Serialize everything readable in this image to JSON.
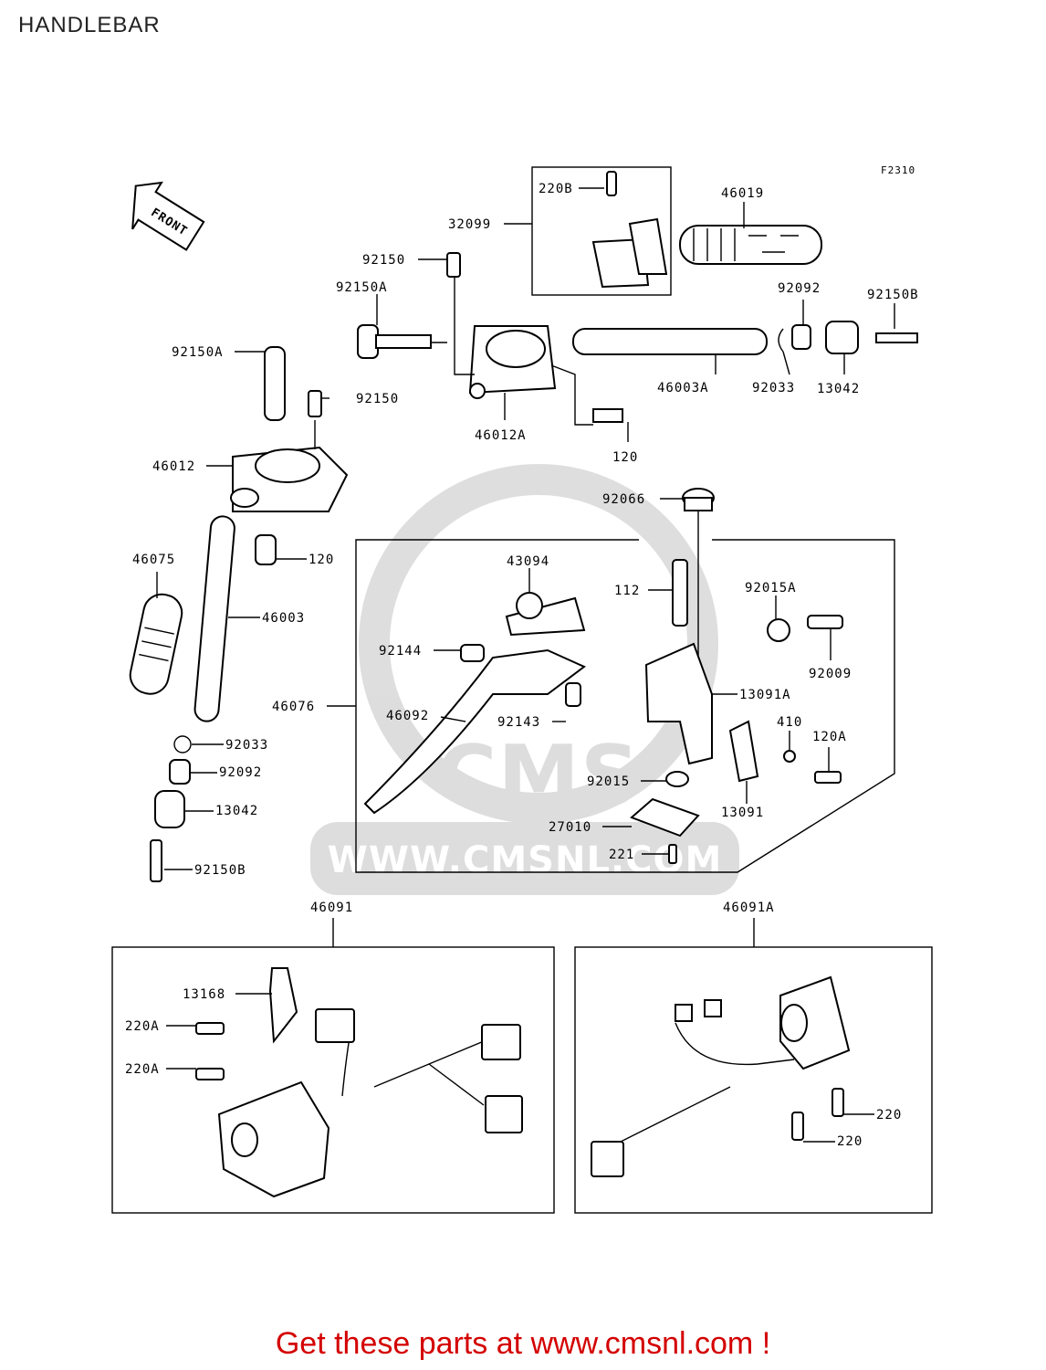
{
  "title": "HANDLEBAR",
  "figure_code": "F2310",
  "front_label": "FRONT",
  "watermark": {
    "text": "WWW.CMSNL.COM",
    "logo": "CMS"
  },
  "promo": "Get these parts at www.cmsnl.com !",
  "callouts": [
    "220B",
    "32099",
    "46019",
    "92150",
    "92150A",
    "92092",
    "92150B",
    "92150A",
    "92150",
    "46003A",
    "92033",
    "13042",
    "46012A",
    "120",
    "46012",
    "92066",
    "120",
    "43094",
    "112",
    "92015A",
    "46075",
    "46003",
    "92144",
    "92009",
    "13091A",
    "46076",
    "46092",
    "92143",
    "410",
    "120A",
    "92033",
    "92092",
    "92015",
    "13091",
    "13042",
    "27010",
    "221",
    "92150B",
    "46091",
    "46091A",
    "13168",
    "220A",
    "220A",
    "220",
    "220"
  ]
}
